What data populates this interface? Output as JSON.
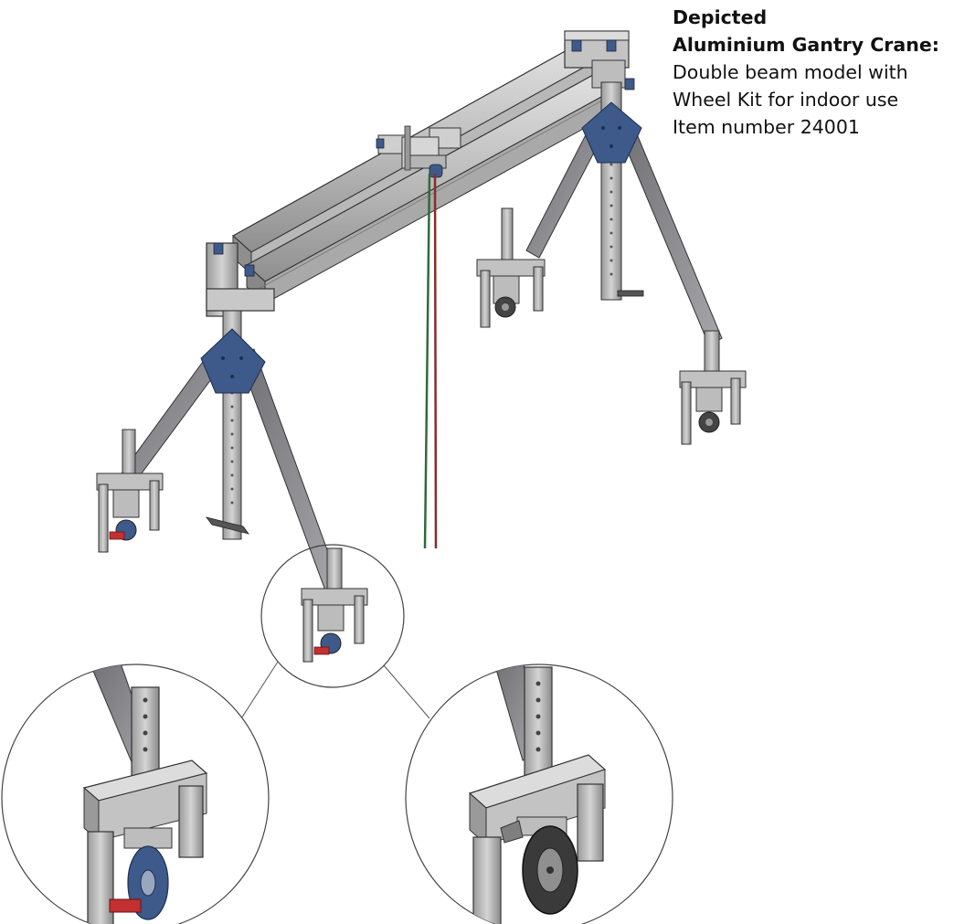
{
  "caption": {
    "line1": "Depicted",
    "line2": "Aluminium Gantry Crane:",
    "line3": "Double beam model with",
    "line4": "Wheel Kit for indoor use",
    "line5": "Item number 24001"
  },
  "colors": {
    "steel_light": "#c9c9c9",
    "steel_mid": "#a8a8a8",
    "steel_dark": "#7d7d7d",
    "brace": "#8b8b8f",
    "gusset_blue": "#3d5a8a",
    "chain_green": "#2f6b3a",
    "chain_red": "#8a2b2b",
    "brake_red": "#c23030",
    "line": "#333333"
  },
  "icons": [
    "gantry-crane-illustration",
    "wheel-detail-zoom-circle",
    "braked-caster-detail",
    "pneumatic-wheel-detail"
  ]
}
